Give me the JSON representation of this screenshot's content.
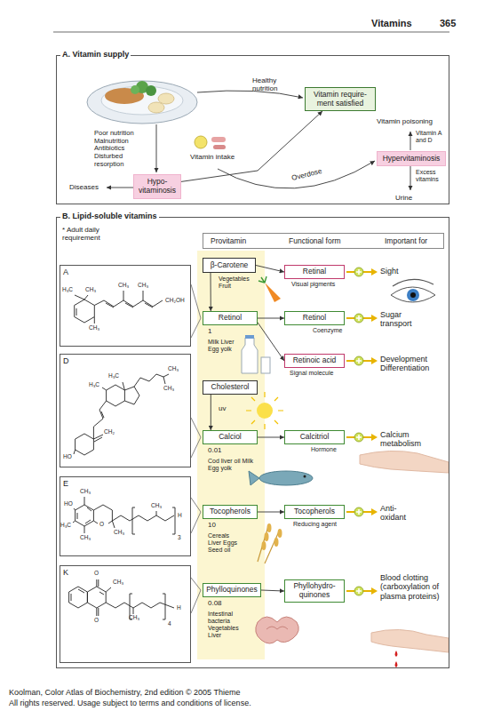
{
  "diagram": {
    "nodes": [
      {
        "text": [
          "A. Vitamin supply"
        ]
      },
      {
        "text": [
          "Vitamin require- ment satisfied"
        ],
        "in": 0
      },
      {
        "text": [
          "Hypervitaminosis"
        ],
        "in": 0
      },
      {
        "text": [
          "Hypo- vitaminosis"
        ],
        "in": 0
      },
      {
        "text": [
          "B. Lipid-soluble vitamins"
        ]
      },
      {
        "text": [
          "Provitamin",
          "Functional form",
          "Important for"
        ],
        "in": 4
      },
      {
        "text": [
          "A"
        ],
        "in": 4
      },
      {
        "text": [
          "D"
        ],
        "in": 4
      },
      {
        "text": [
          "E"
        ],
        "in": 4
      },
      {
        "text": [
          "K"
        ],
        "in": 4
      },
      {
        "text": [
          "β-Carotene"
        ],
        "in": 4
      },
      {
        "text": [
          "Retinol"
        ],
        "in": 4
      },
      {
        "text": [
          "Cholesterol"
        ],
        "in": 4
      },
      {
        "text": [
          "Calciol"
        ],
        "in": 4
      },
      {
        "text": [
          "Tocopherols"
        ],
        "in": 4
      },
      {
        "text": [
          "Phylloquinones"
        ],
        "in": 4
      },
      {
        "text": [
          "Retinal"
        ],
        "in": 4
      },
      {
        "text": [
          "Retinol"
        ],
        "in": 4
      },
      {
        "text": [
          "Retinoic acid"
        ],
        "in": 4
      },
      {
        "text": [
          "Calcitriol"
        ],
        "in": 4
      },
      {
        "text": [
          "Tocopherols"
        ],
        "in": 4
      },
      {
        "text": [
          "Phyllohydro- quinones"
        ],
        "in": 4
      }
    ],
    "edges": [
      {
        "from": 3,
        "to": 1,
        "arrow": "to"
      },
      {
        "from": 10,
        "to": 16,
        "arrow": "to"
      },
      {
        "from": 10,
        "to": 11,
        "arrow": "to"
      },
      {
        "from": 11,
        "to": 17,
        "arrow": "to"
      },
      {
        "from": 11,
        "to": 18,
        "arrow": "to"
      },
      {
        "from": 12,
        "to": 13,
        "arrow": "to"
      },
      {
        "from": 13,
        "to": 19,
        "arrow": "to"
      },
      {
        "from": 14,
        "to": 20,
        "arrow": "to"
      },
      {
        "from": 15,
        "to": 21,
        "arrow": "to"
      }
    ],
    "labels": [
      "Vitamins",
      "365",
      "Healthy nutrition",
      "Poor nutrition Malnutrition Antibiotics Disturbed resorption",
      "Vitamin intake",
      "Vitamin poisoning",
      "Vitamin A and D",
      "Excess vitamins",
      "Urine",
      "Diseases",
      "Overdose",
      "* Adult daily requirement",
      "Vegetables Fruit",
      "1",
      "Milk Liver Egg yolk",
      "uv",
      "0.01",
      "Cod liver oil Milk Egg yolk",
      "10",
      "Cereals Liver Eggs Seed oil",
      "0.08",
      "Intestinal bacteria Vegetables Liver",
      "Visual pigments",
      "Coenzyme",
      "Signal molecule",
      "Hormone",
      "Reducing agent",
      "Sight",
      "Sugar transport",
      "Development Differentiation",
      "Calcium metabolism",
      "Anti- oxidant",
      "Blood clotting (carboxylation of plasma proteins)",
      "H₃C",
      "CH₃",
      "CH₃",
      "CH₃",
      "CH₂OH",
      "CH₃",
      "H₃C",
      "H₃C",
      "CH₃",
      "CH₃",
      "CH₂",
      "HO",
      "CH₃",
      "HO",
      "CH₃",
      "H",
      "H₃C",
      "O",
      "CH₃",
      "CH₃",
      "3",
      "O",
      "CH₃",
      "O",
      "H",
      "CH₃",
      "4",
      "Koolman, Color Atlas of Biochemistry, 2nd edition © 2005 Thieme",
      "All rights reserved. Usage subject to terms and conditions of license."
    ]
  }
}
